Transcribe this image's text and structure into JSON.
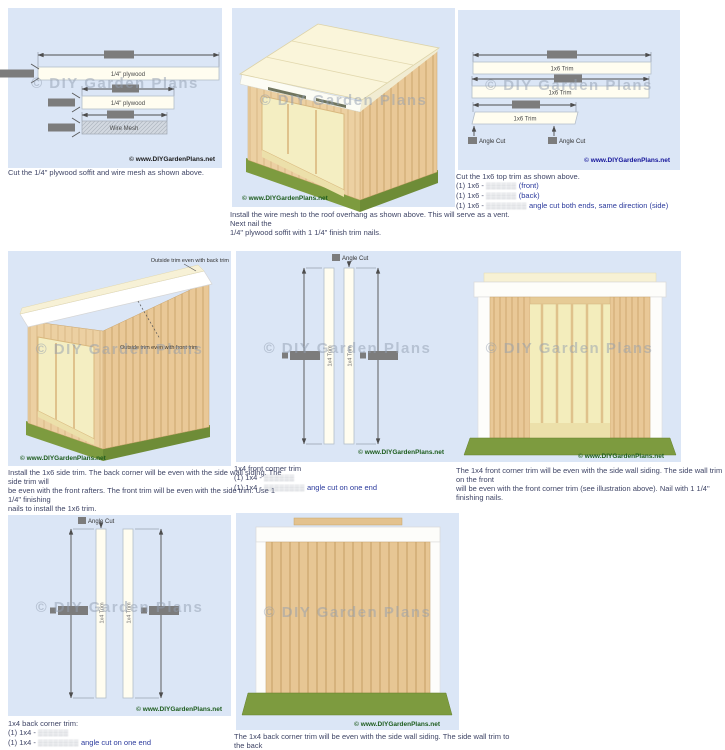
{
  "watermark": "© DIY Garden Plans",
  "site_credit": "© www.DIYGardenPlans.net",
  "colors": {
    "panel_bg": "#dbe6f6",
    "siding_tan": "#e9c897",
    "base_green": "#7d9b3f",
    "roof_cream": "#faf5da",
    "credit_green": "#1d5c1d",
    "credit_navy": "#15159a",
    "blob_gray": "#7c7c7c"
  },
  "panels": {
    "soffit_cuts": {
      "bars": [
        {
          "label": "1/4\" plywood"
        },
        {
          "label": "1/4\" plywood"
        },
        {
          "label": "Wire Mesh"
        }
      ],
      "caption": "Cut the 1/4\" plywood soffit and wire mesh as shown above."
    },
    "vent_install": {
      "caption_lines": [
        "Install the wire mesh to the roof overhang as shown above. This will serve as a vent.",
        "Next nail the",
        "1/4\" plywood soffit with 1 1/4\" finish trim nails."
      ]
    },
    "top_trim": {
      "bar_label": "1x6 Trim",
      "angle_cut_label": "Angle Cut",
      "caption_title": "Cut the 1x6 top trim as shown above.",
      "cut_list": [
        {
          "pre": "(1)  1x6 -",
          "blur": "▒▒▒▒▒▒",
          "post": "(front)"
        },
        {
          "pre": "(1)  1x6 -",
          "blur": "▒▒▒▒▒▒",
          "post": "(back)"
        },
        {
          "pre": "(1)  1x6 -",
          "blur": "▒▒▒▒▒▒▒▒",
          "post": "angle cut both ends, same direction (side)"
        }
      ]
    },
    "side_trim": {
      "annotations": {
        "back": "Outside trim even with back trim",
        "front": "Outside trim even with front trim"
      },
      "caption_lines": [
        "Install the 1x6 side trim. The back corner will be even with the side wall siding. The",
        "side trim will",
        "be even with the front rafters. The front trim will be even with the side trim. Use 1",
        "1/4\" finishing",
        "nails to install the 1x6 trim."
      ]
    },
    "front_corner_trim": {
      "bar_label": "1x4 Trim",
      "angle_cut_label": "Angle Cut",
      "caption_title": "1x4 front corner trim",
      "cut_list": [
        {
          "pre": "(1)  1x4 -",
          "blur": "▒▒▒▒▒▒",
          "post": ""
        },
        {
          "pre": "(1)  1x4 -",
          "blur": "▒▒▒▒▒▒▒▒",
          "post": "angle cut on one end"
        }
      ]
    },
    "front_view": {
      "caption_lines": [
        "The 1x4 front corner trim will be even with the side wall siding. The side wall trim",
        "on the front",
        "will be even with the front corner trim (see illustration above). Nail with 1 1/4\"",
        "finishing nails."
      ]
    },
    "back_corner_trim": {
      "bar_label": "1x4 Trim",
      "angle_cut_label": "Angle Cut",
      "caption_title": "1x4 back corner trim:",
      "cut_list": [
        {
          "pre": "(1)  1x4 -",
          "blur": "▒▒▒▒▒▒",
          "post": ""
        },
        {
          "pre": "(1)  1x4 -",
          "blur": "▒▒▒▒▒▒▒▒",
          "post": "angle cut on one end"
        }
      ]
    },
    "back_view": {
      "caption_lines": [
        "The 1x4 back corner trim will be even with the side wall siding. The side wall trim to",
        "the back"
      ]
    }
  }
}
